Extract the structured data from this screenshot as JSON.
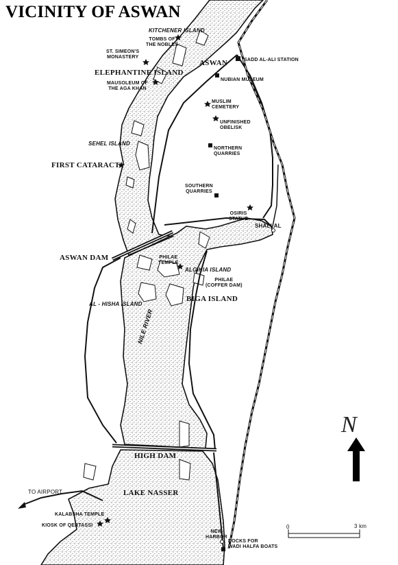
{
  "title": "VICINITY OF ASWAN",
  "colors": {
    "ink": "#111111",
    "paper": "#ffffff",
    "water_stipple": "#444444"
  },
  "labels": {
    "kitchener_island": "KITCHENER ISLAND",
    "tombs_of_the_nobles": [
      "TOMBS OF",
      "THE NOBLES"
    ],
    "st_simeons_monastery": [
      "ST. SIMEON'S",
      "MONASTERY"
    ],
    "aswan": "ASWAN",
    "sadd_al_ali_station": "SADD AL-ALI STATION",
    "elephantine_island": "ELEPHANTINE ISLAND",
    "mausoleum_of_the_aga_khan": [
      "MAUSOLEUM OF",
      "THE AGA KHAN"
    ],
    "nubian_museum": "NUBIAN MUSEUM",
    "muslim_cemetery": [
      "MUSLIM",
      "CEMETERY"
    ],
    "unfinished_obelisk": [
      "UNFINISHED",
      "OBELISK"
    ],
    "sehel_island": "SEHEL ISLAND",
    "northern_quarries": [
      "NORTHERN",
      "QUARRIES"
    ],
    "first_cataract": "FIRST CATARACT",
    "southern_quarries": [
      "SOUTHERN",
      "QUARRIES"
    ],
    "osiris_statue": [
      "OSIRIS",
      "STATUE"
    ],
    "shallal": "SHALLAL",
    "aswan_dam": "ASWAN DAM",
    "philae_temple": [
      "PHILAE",
      "TEMPLE"
    ],
    "algikia_island": "ALGIKIA ISLAND",
    "philae_coffer_dam": [
      "PHILAE",
      "(COFFER DAM)"
    ],
    "al_hisha_island": "AL - HISHA ISLAND",
    "biga_island": "BIGA ISLAND",
    "nile_river": "NILE RIVER",
    "high_dam": "HIGH DAM",
    "to_airport": "TO AIRPORT",
    "lake_nasser": "LAKE NASSER",
    "kalabsha_temple": "KALABSHA TEMPLE",
    "kiosk_of_qertassi": "KIOSK OF QERTASSI",
    "new_harbor": [
      "NEW",
      "HARBOR"
    ],
    "docks_for_wadi_halfa_boats": [
      "DOCKS FOR",
      "WADI HALFA BOATS"
    ]
  },
  "scale_bar": {
    "start": "0",
    "end": "3 km"
  },
  "north_arrow": {
    "letter": "N"
  },
  "icons": {
    "site": "star-icon",
    "station": "square-icon"
  }
}
